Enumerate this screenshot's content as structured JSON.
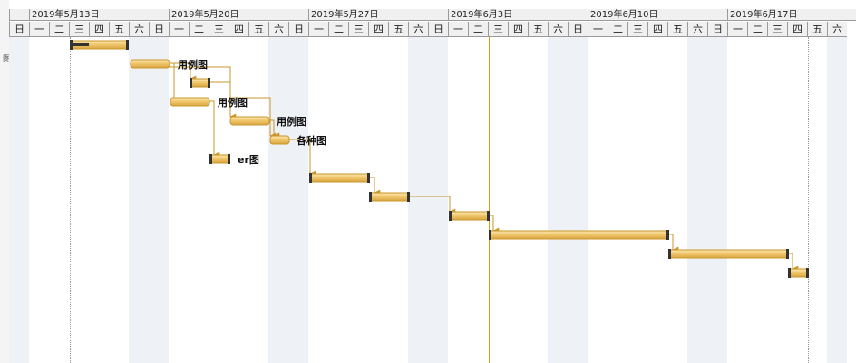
{
  "timeline": {
    "weeks": [
      "2019年5月13日",
      "2019年5月20日",
      "2019年5月27日",
      "2019年6月3日",
      "2019年6月10日",
      "2019年6月17日"
    ],
    "day_labels": [
      "日",
      "一",
      "二",
      "三",
      "四",
      "五",
      "六",
      "日",
      "一",
      "二",
      "三",
      "四",
      "五",
      "六",
      "日",
      "一",
      "二",
      "三",
      "四",
      "五",
      "六",
      "日",
      "一",
      "二",
      "三",
      "四",
      "五",
      "六",
      "日",
      "一",
      "二",
      "三",
      "四",
      "五",
      "六",
      "日",
      "一",
      "二",
      "三",
      "四",
      "五",
      "六"
    ]
  },
  "left_panel": {
    "glyph": "图"
  },
  "tasks": [
    {
      "id": "t1",
      "label": ""
    },
    {
      "id": "t2",
      "label": "用例图"
    },
    {
      "id": "t3",
      "label": ""
    },
    {
      "id": "t4",
      "label": "用例图"
    },
    {
      "id": "t5",
      "label": "用例图"
    },
    {
      "id": "t6",
      "label": "各种图"
    },
    {
      "id": "t7",
      "label": "er图"
    },
    {
      "id": "t8",
      "label": ""
    },
    {
      "id": "t9",
      "label": ""
    },
    {
      "id": "t10",
      "label": ""
    },
    {
      "id": "t11",
      "label": ""
    },
    {
      "id": "t12",
      "label": ""
    },
    {
      "id": "t13",
      "label": ""
    }
  ],
  "colors": {
    "bar_fill": "#f0c66a",
    "bar_light": "#fbe4ae",
    "bar_border": "#c9962a",
    "connector": "#c9962a",
    "summary_cap": "#333333",
    "weekend": "#eef1f6"
  }
}
